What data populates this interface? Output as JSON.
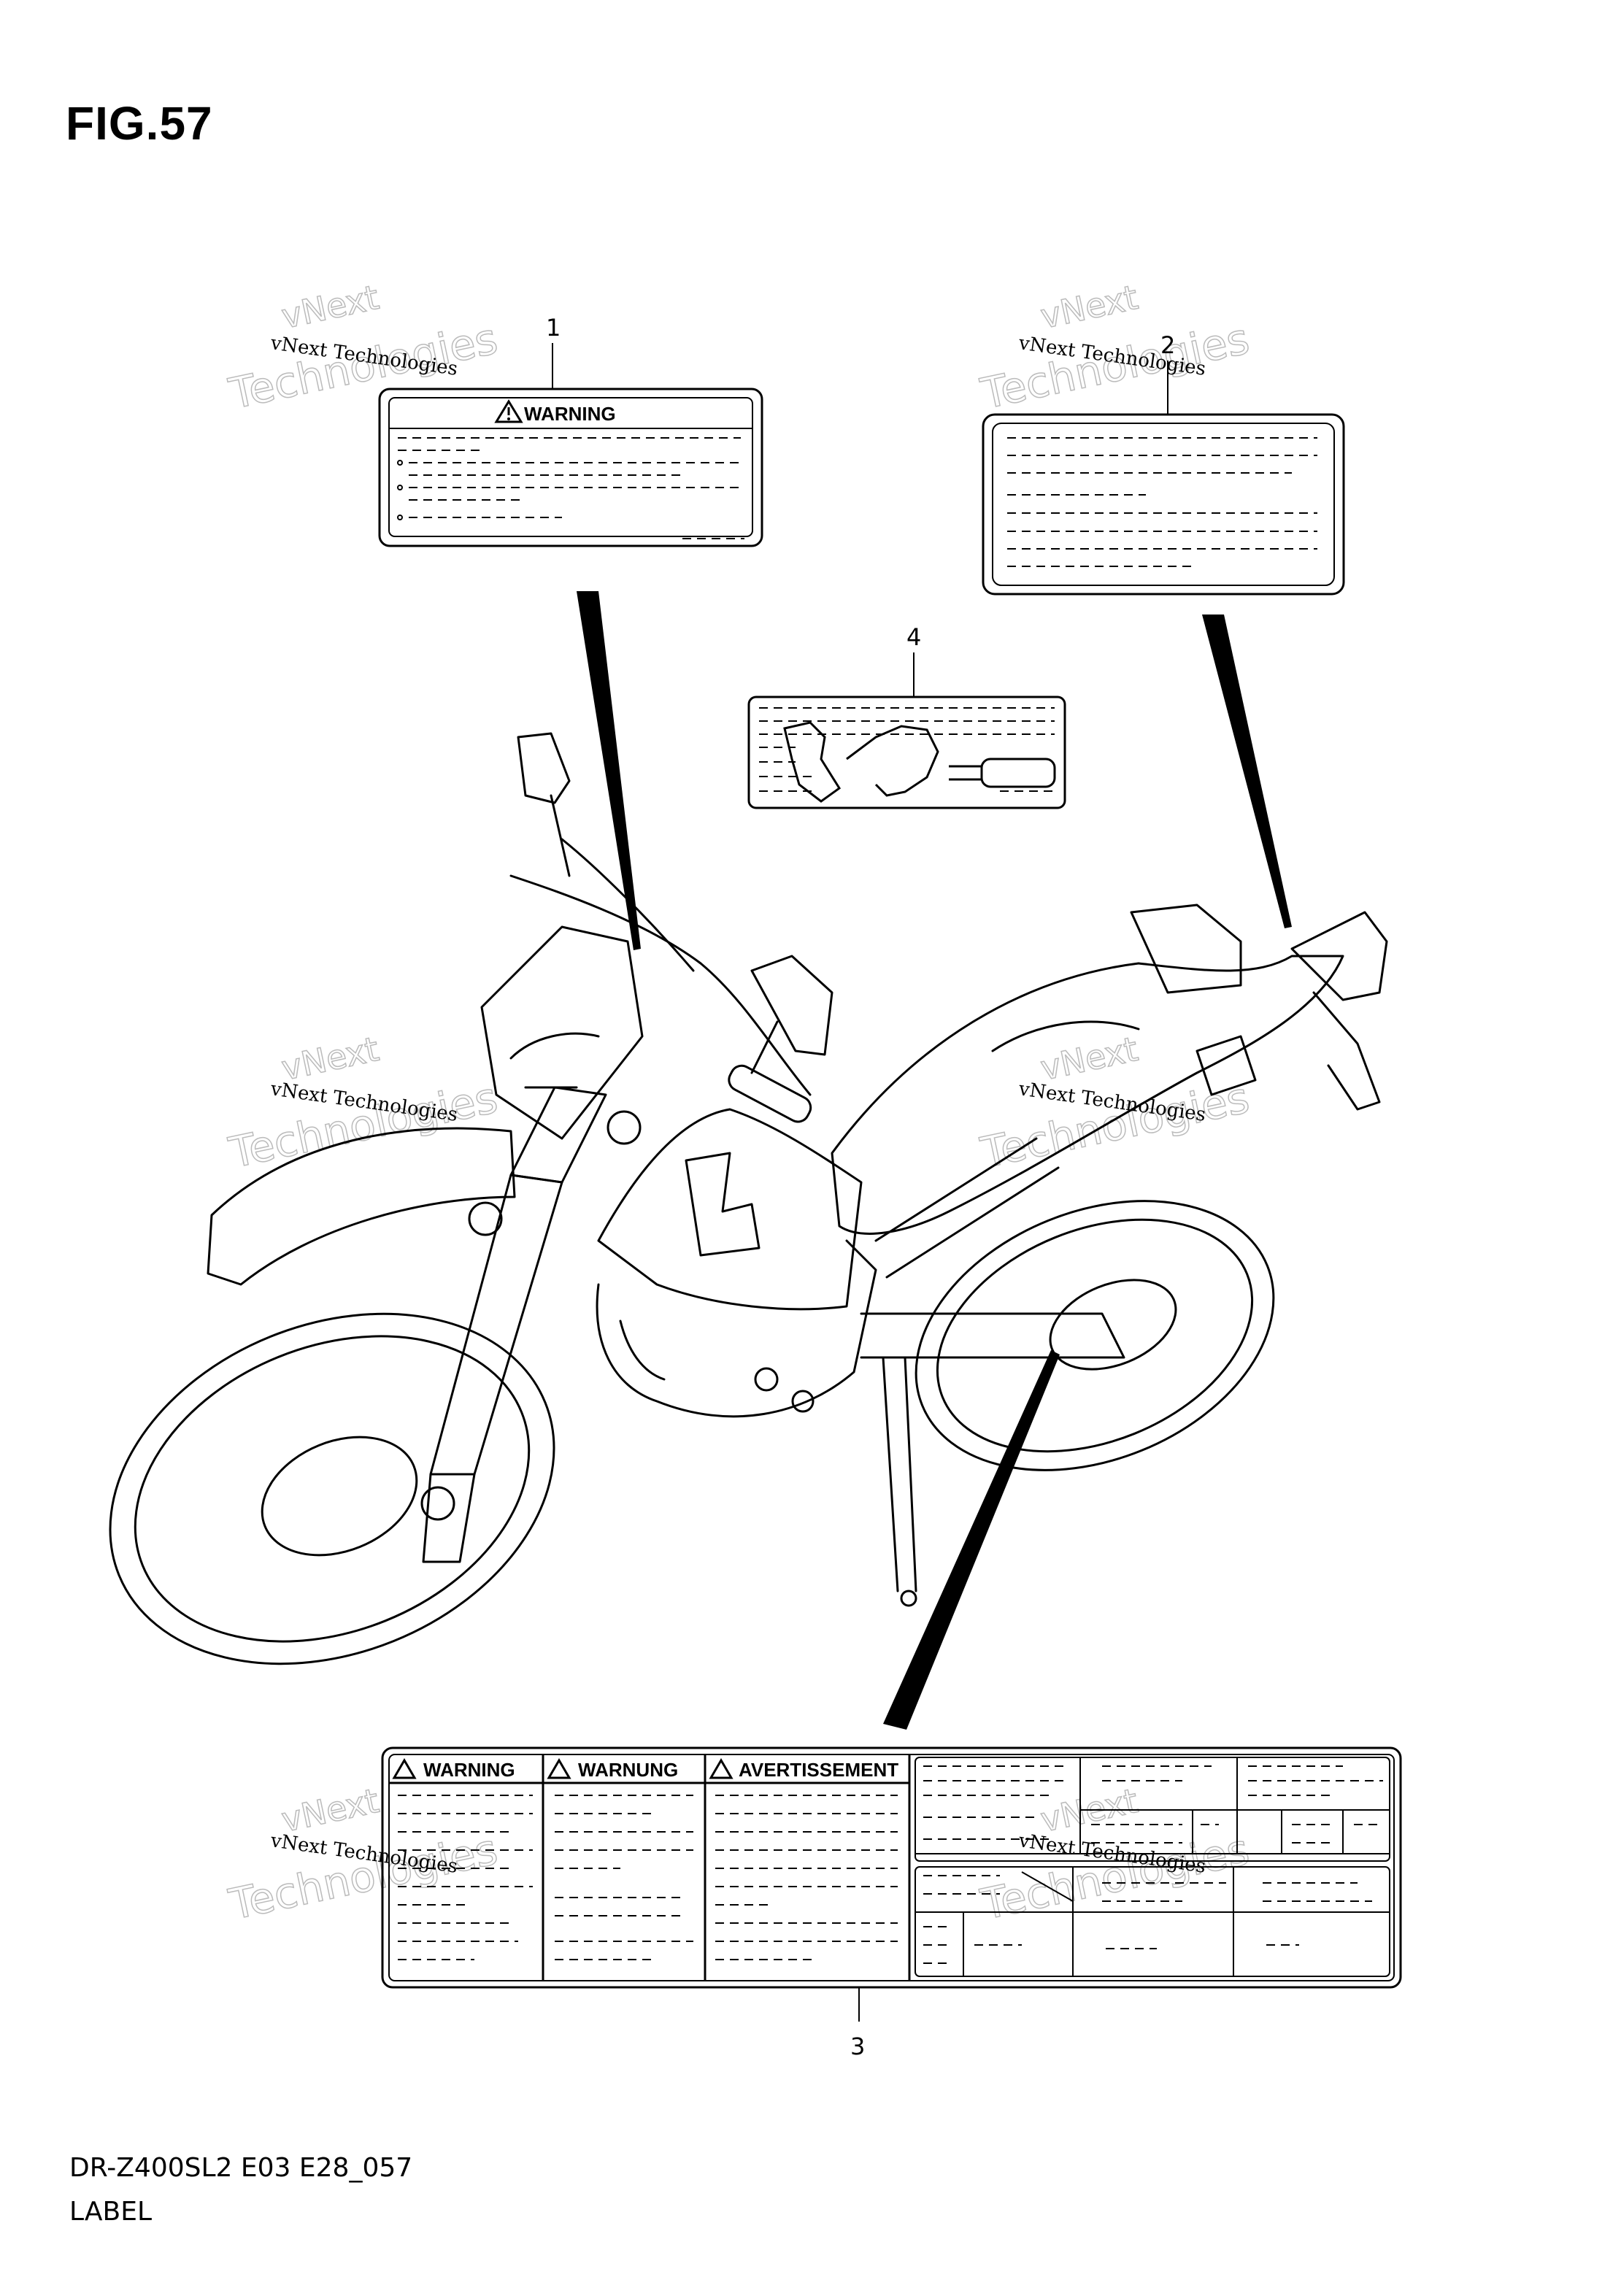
{
  "figure": {
    "title": "FIG.57"
  },
  "footer": {
    "code": "DR-Z400SL2 E03 E28_057",
    "name": "LABEL"
  },
  "callouts": [
    "1",
    "2",
    "3",
    "4"
  ],
  "label1": {
    "header": "WARNING"
  },
  "label3": {
    "headers": [
      "WARNING",
      "WARNUNG",
      "AVERTISSEMENT"
    ]
  },
  "watermark": {
    "small": "vNext Technologies",
    "big_line1": "vNext",
    "big_line2": "Technologies"
  },
  "colors": {
    "ink": "#000000",
    "background": "#ffffff",
    "watermark_outline": "#bbbbbb"
  }
}
